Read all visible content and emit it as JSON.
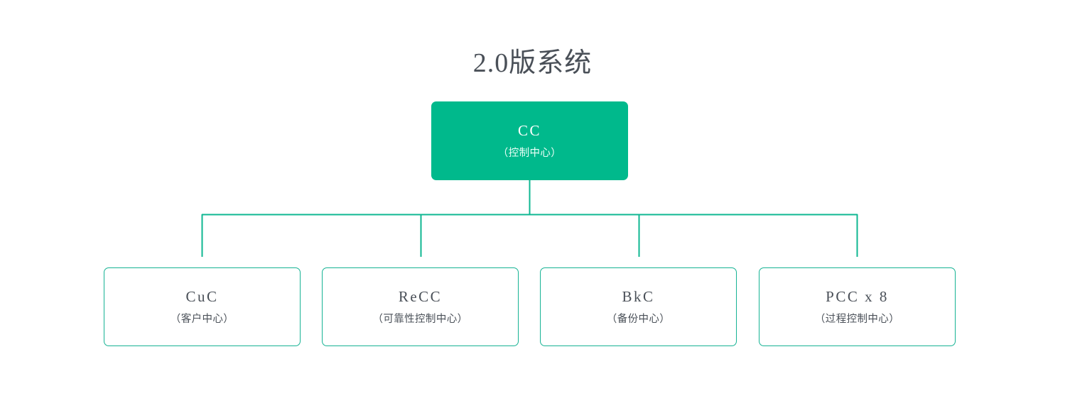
{
  "diagram": {
    "title": "2.0版系统",
    "type": "org-tree",
    "orientation": "top-down",
    "colors": {
      "accent": "#00b98c",
      "border": "#16b394",
      "connector": "#0fb792",
      "text": "#4a5058",
      "root_text": "#ffffff",
      "background": "#ffffff"
    },
    "root": {
      "code": "CC",
      "name": "（控制中心）"
    },
    "children": [
      {
        "code": "CuC",
        "name": "（客户中心）"
      },
      {
        "code": "ReCC",
        "name": "（可靠性控制中心）"
      },
      {
        "code": "BkC",
        "name": "（备份中心）"
      },
      {
        "code": "PCC x 8",
        "name": "（过程控制中心）"
      }
    ]
  }
}
